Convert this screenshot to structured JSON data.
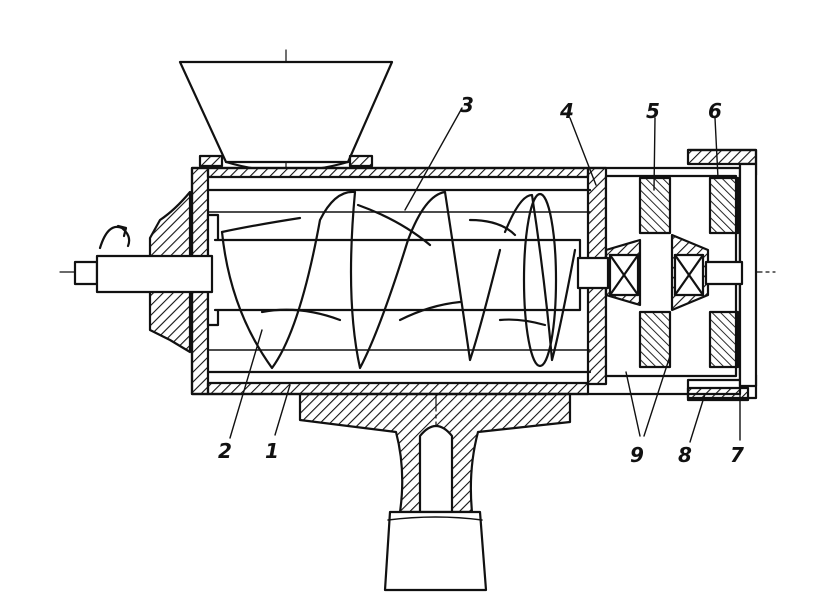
{
  "diagram": {
    "ink_color": "#111111",
    "paper_color": "#ffffff",
    "labels": [
      "1",
      "2",
      "3",
      "4",
      "5",
      "6",
      "7",
      "8",
      "9"
    ]
  }
}
